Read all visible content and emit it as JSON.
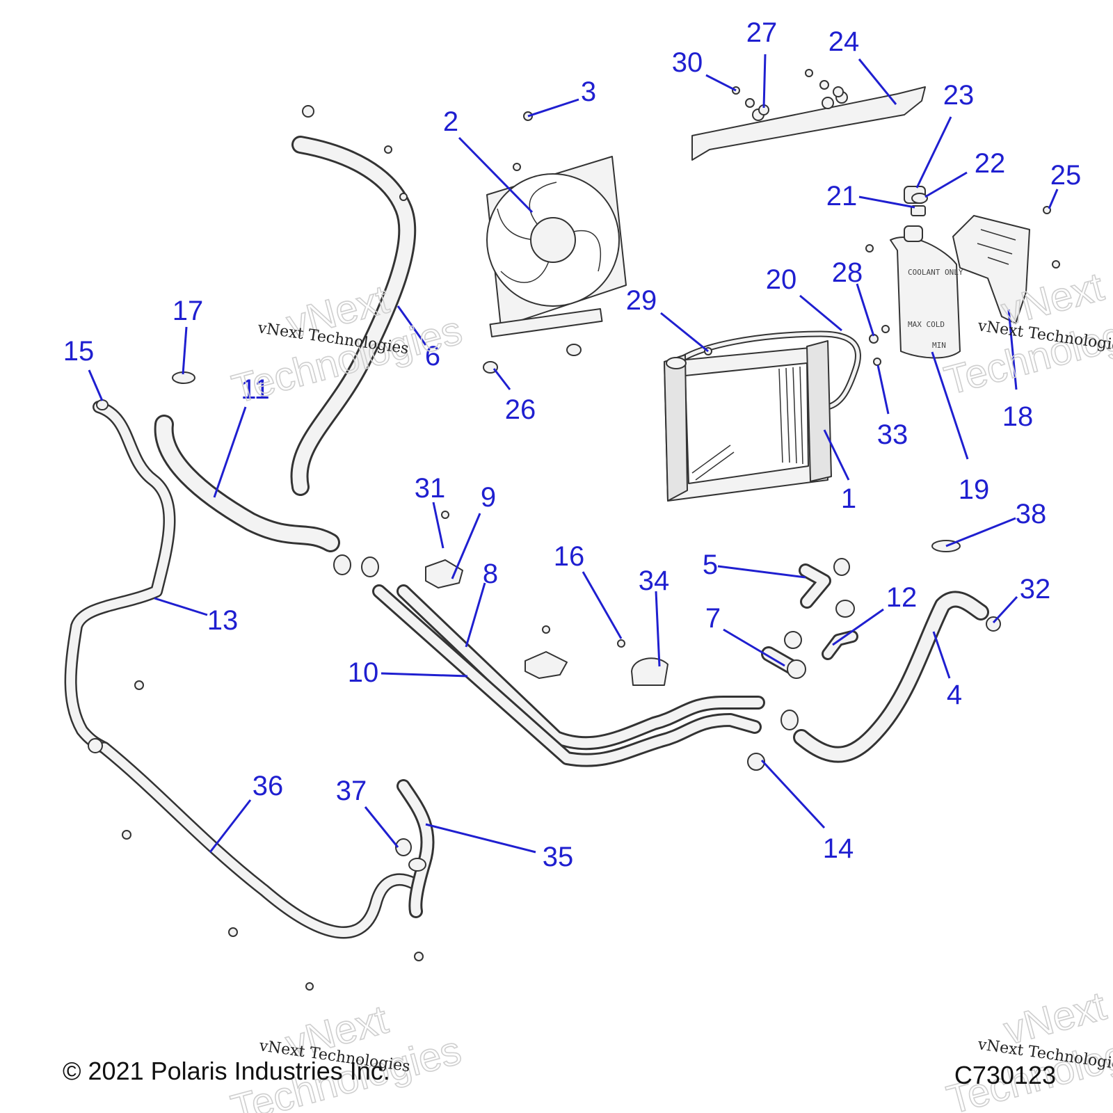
{
  "diagram": {
    "callouts": [
      {
        "label": "1"
      },
      {
        "label": "2"
      },
      {
        "label": "3"
      },
      {
        "label": "4"
      },
      {
        "label": "5"
      },
      {
        "label": "6"
      },
      {
        "label": "7"
      },
      {
        "label": "8"
      },
      {
        "label": "9"
      },
      {
        "label": "10"
      },
      {
        "label": "11"
      },
      {
        "label": "12"
      },
      {
        "label": "13"
      },
      {
        "label": "14"
      },
      {
        "label": "15"
      },
      {
        "label": "16"
      },
      {
        "label": "17"
      },
      {
        "label": "18"
      },
      {
        "label": "19"
      },
      {
        "label": "20"
      },
      {
        "label": "21"
      },
      {
        "label": "22"
      },
      {
        "label": "23"
      },
      {
        "label": "24"
      },
      {
        "label": "25"
      },
      {
        "label": "26"
      },
      {
        "label": "27"
      },
      {
        "label": "28"
      },
      {
        "label": "29"
      },
      {
        "label": "30"
      },
      {
        "label": "31"
      },
      {
        "label": "32"
      },
      {
        "label": "33"
      },
      {
        "label": "34"
      },
      {
        "label": "35"
      },
      {
        "label": "36"
      },
      {
        "label": "37"
      },
      {
        "label": "38"
      }
    ],
    "callout_color": "#1f1fd0"
  },
  "tank": {
    "text_1": "COOLANT ONLY",
    "text_2": "MAX COLD",
    "text_3": "MIN"
  },
  "watermark": {
    "line_1": "vNext",
    "line_2": "Technologies",
    "caption": "vNext Technologies"
  },
  "footer": {
    "copyright": "© 2021 Polaris Industries Inc.",
    "code": "C730123"
  }
}
